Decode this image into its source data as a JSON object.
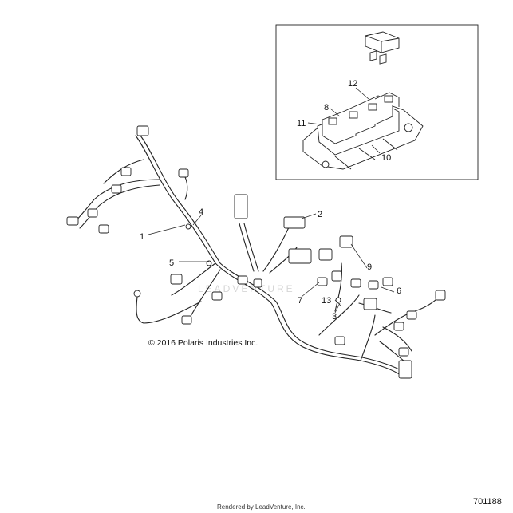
{
  "callouts": [
    {
      "label": "1"
    },
    {
      "label": "2"
    },
    {
      "label": "3"
    },
    {
      "label": "4"
    },
    {
      "label": "5"
    },
    {
      "label": "6"
    },
    {
      "label": "7"
    },
    {
      "label": "8"
    },
    {
      "label": "9"
    },
    {
      "label": "10"
    },
    {
      "label": "11"
    },
    {
      "label": "12"
    },
    {
      "label": "13"
    }
  ],
  "copyright": "© 2016 Polaris Industries Inc.",
  "diagram_number": "701188",
  "rendered_by": "Rendered by LeadVenture, Inc.",
  "watermark": "LEADVENTURE",
  "colors": {
    "line": "#222222",
    "background": "#ffffff",
    "watermark": "#d6d6d6"
  }
}
